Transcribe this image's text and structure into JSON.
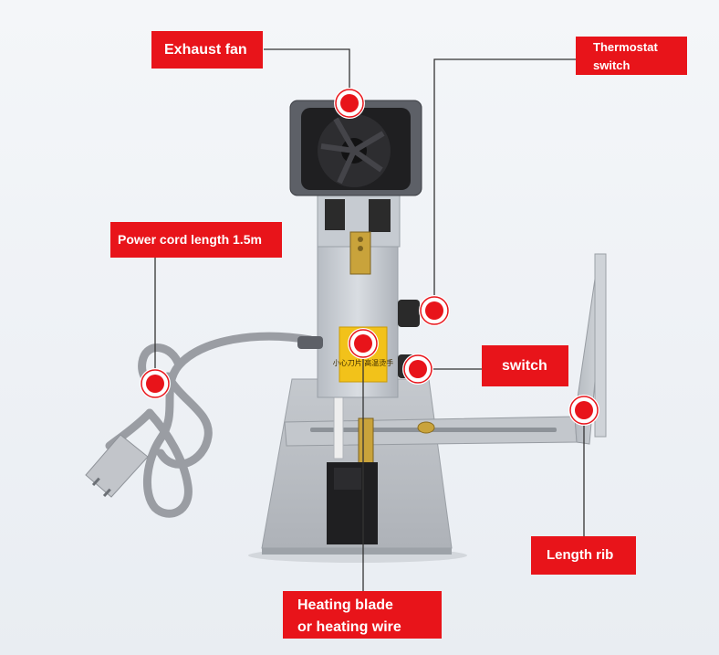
{
  "labels": {
    "exhaust_fan": "Exhaust fan",
    "thermostat_line1": "Thermostat",
    "thermostat_line2": "switch",
    "power_cord": "Power cord length 1.5m",
    "switch": "switch",
    "length_rib": "Length rib",
    "heating_line1": "Heating blade",
    "heating_line2": "or heating wire"
  },
  "warning_sticker_text": "小心刀片 高温烫手",
  "colors": {
    "label_bg": "#e8141a",
    "label_text": "#ffffff",
    "marker_outer": "#ffffff",
    "marker_ring": "#e8141a",
    "leader_line": "#333333",
    "device_body": "#c9cdd3",
    "base_plate": "#b8bcc2",
    "fan": "#2a2a2a",
    "cable": "#9a9da3",
    "sticker": "#f2c21a"
  }
}
